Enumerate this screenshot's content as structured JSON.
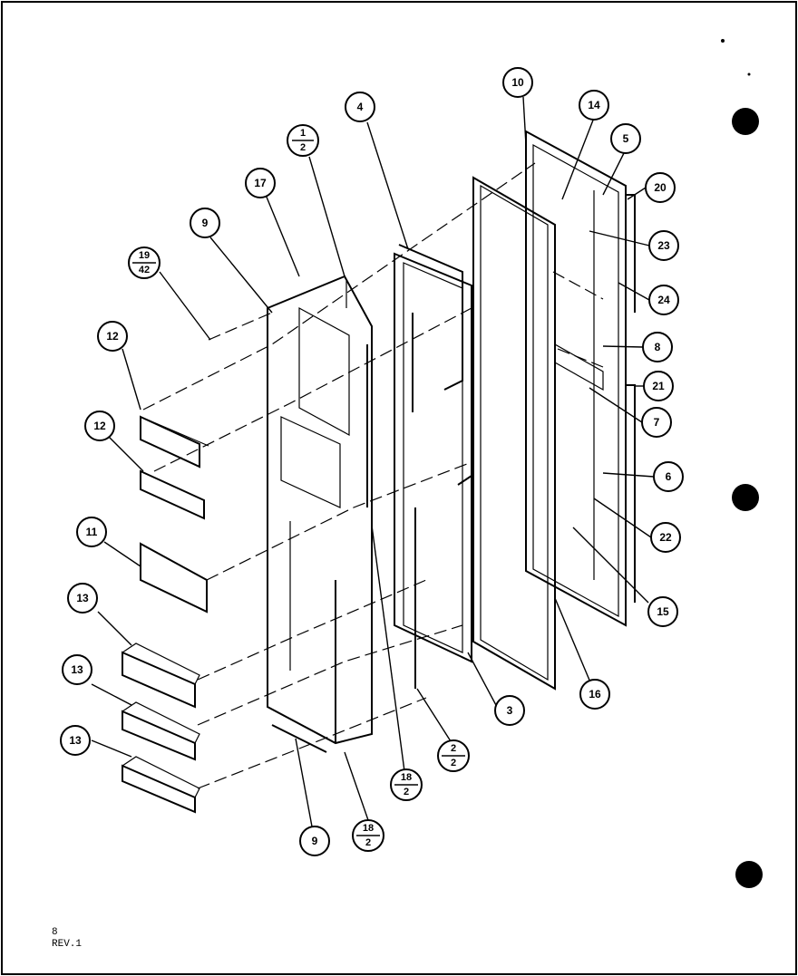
{
  "callouts": [
    {
      "id": "c10",
      "label": "10"
    },
    {
      "id": "c14",
      "label": "14"
    },
    {
      "id": "c5",
      "label": "5"
    },
    {
      "id": "c20",
      "label": "20"
    },
    {
      "id": "c23",
      "label": "23"
    },
    {
      "id": "c24",
      "label": "24"
    },
    {
      "id": "c8",
      "label": "8"
    },
    {
      "id": "c21",
      "label": "21"
    },
    {
      "id": "c7",
      "label": "7"
    },
    {
      "id": "c6",
      "label": "6"
    },
    {
      "id": "c22",
      "label": "22"
    },
    {
      "id": "c15",
      "label": "15"
    },
    {
      "id": "c16",
      "label": "16"
    },
    {
      "id": "c3",
      "label": "3"
    },
    {
      "id": "c4",
      "label": "4"
    },
    {
      "id": "c17",
      "label": "17"
    },
    {
      "id": "c9a",
      "label": "9"
    },
    {
      "id": "c12a",
      "label": "12"
    },
    {
      "id": "c12b",
      "label": "12"
    },
    {
      "id": "c11",
      "label": "11"
    },
    {
      "id": "c13a",
      "label": "13"
    },
    {
      "id": "c13b",
      "label": "13"
    },
    {
      "id": "c13c",
      "label": "13"
    },
    {
      "id": "c9b",
      "label": "9"
    }
  ],
  "fraction_callouts": [
    {
      "id": "f1_2",
      "top": "1",
      "bottom": "2"
    },
    {
      "id": "f19_42",
      "top": "19",
      "bottom": "42"
    },
    {
      "id": "f18_2a",
      "top": "18",
      "bottom": "2"
    },
    {
      "id": "f2_2",
      "top": "2",
      "bottom": "2"
    },
    {
      "id": "f18_2b",
      "top": "18",
      "bottom": "2"
    }
  ],
  "footer": {
    "page_number": "8",
    "revision": "REV.1"
  }
}
